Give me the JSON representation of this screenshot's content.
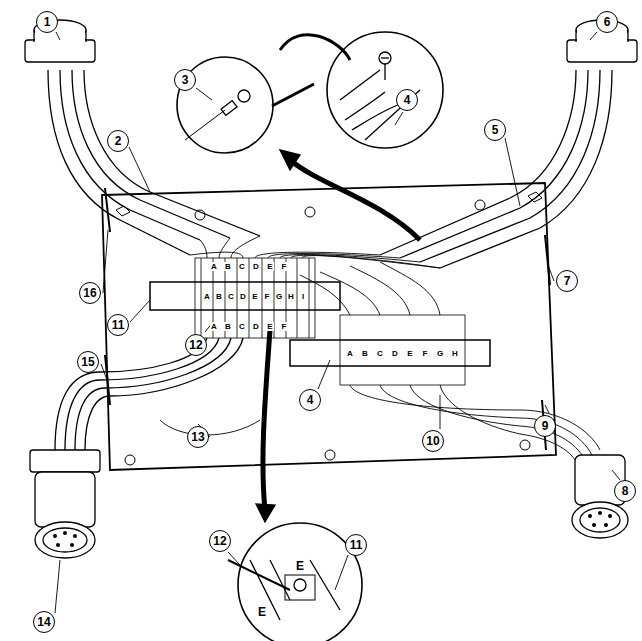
{
  "diagram": {
    "labels": [
      "1",
      "2",
      "3",
      "4",
      "5",
      "6",
      "7",
      "16",
      "11",
      "12",
      "15",
      "13",
      "4",
      "10",
      "9",
      "8",
      "14",
      "12",
      "11",
      "A",
      "B",
      "C",
      "D",
      "E",
      "F",
      "G",
      "H",
      "I",
      "A",
      "B",
      "C",
      "D",
      "E",
      "F",
      "G",
      "H",
      "A",
      "B",
      "C",
      "D",
      "E",
      "F",
      "A",
      "B",
      "C",
      "D",
      "E",
      "F",
      "E",
      "E"
    ]
  }
}
